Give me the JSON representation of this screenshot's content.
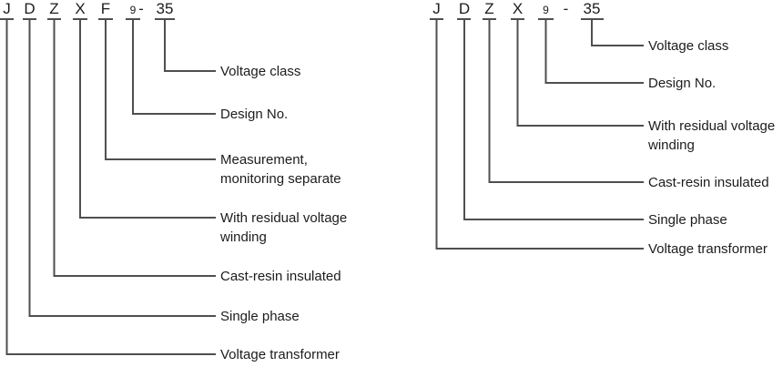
{
  "colors": {
    "line": "#4f4f4f",
    "text": "#1c1c1c",
    "background": "#ffffff"
  },
  "left": {
    "code": "JDZXF9-35",
    "chars": [
      "J",
      "D",
      "Z",
      "X",
      "F",
      "9",
      "-",
      "35"
    ],
    "labels": [
      {
        "char": "35",
        "lines": [
          "Voltage class"
        ]
      },
      {
        "char": "9",
        "lines": [
          "Design No."
        ]
      },
      {
        "char": "F",
        "lines": [
          "Measurement,",
          "monitoring separate"
        ]
      },
      {
        "char": "X",
        "lines": [
          "With residual voltage",
          "winding"
        ]
      },
      {
        "char": "Z",
        "lines": [
          "Cast-resin insulated"
        ]
      },
      {
        "char": "D",
        "lines": [
          "Single phase"
        ]
      },
      {
        "char": "J",
        "lines": [
          "Voltage transformer"
        ]
      }
    ]
  },
  "right": {
    "code": "JDZX9-35",
    "chars": [
      "J",
      "D",
      "Z",
      "X",
      "9",
      "-",
      "35"
    ],
    "labels": [
      {
        "char": "35",
        "lines": [
          "Voltage class"
        ]
      },
      {
        "char": "9",
        "lines": [
          "Design No."
        ]
      },
      {
        "char": "X",
        "lines": [
          "With residual voltage",
          "winding"
        ]
      },
      {
        "char": "Z",
        "lines": [
          "Cast-resin insulated"
        ]
      },
      {
        "char": "D",
        "lines": [
          "Single phase"
        ]
      },
      {
        "char": "J",
        "lines": [
          "Voltage transformer"
        ]
      }
    ]
  }
}
